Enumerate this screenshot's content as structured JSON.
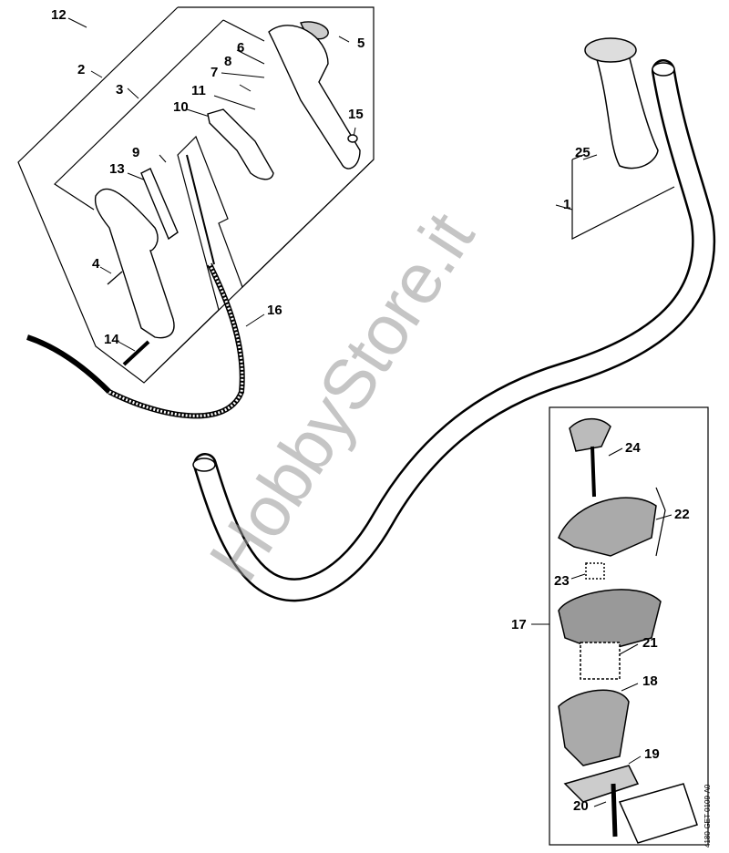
{
  "diagram": {
    "part_numbers": [
      "1",
      "2",
      "3",
      "4",
      "5",
      "6",
      "7",
      "8",
      "9",
      "10",
      "11",
      "12",
      "13",
      "14",
      "15",
      "16",
      "17",
      "18",
      "19",
      "20",
      "21",
      "22",
      "23",
      "24",
      "25"
    ],
    "drawing_code": "4180-GET-0109-A0",
    "watermark": "HobbyStore.it"
  }
}
